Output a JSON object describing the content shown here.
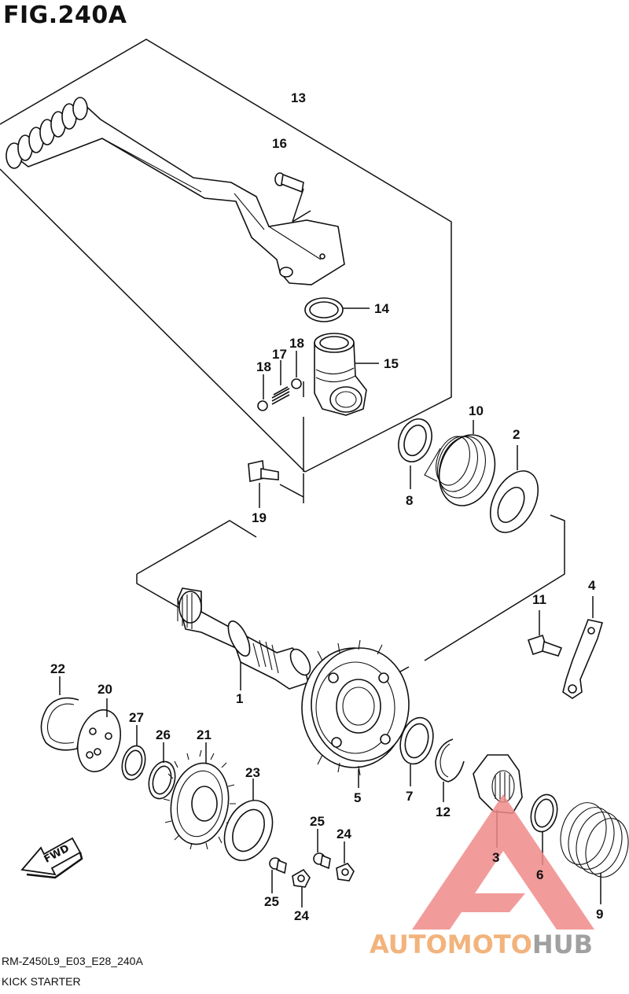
{
  "figure": {
    "title": "FIG.240A"
  },
  "footer": {
    "code": "RM-Z450L9_E03_E28_240A",
    "name": "KICK STARTER"
  },
  "fwd_label": "FWD",
  "watermark": {
    "text_a": "AUTOMOTO",
    "text_b": "HUB",
    "color_a": "#f2b37c",
    "color_b": "#a0a0a0",
    "logo_color": "#f08a8a"
  },
  "callouts": [
    "1",
    "2",
    "3",
    "4",
    "5",
    "6",
    "7",
    "8",
    "9",
    "10",
    "11",
    "12",
    "13",
    "14",
    "15",
    "16",
    "17",
    "18",
    "18",
    "19",
    "20",
    "21",
    "22",
    "23",
    "24",
    "24",
    "25",
    "25",
    "26",
    "27"
  ]
}
